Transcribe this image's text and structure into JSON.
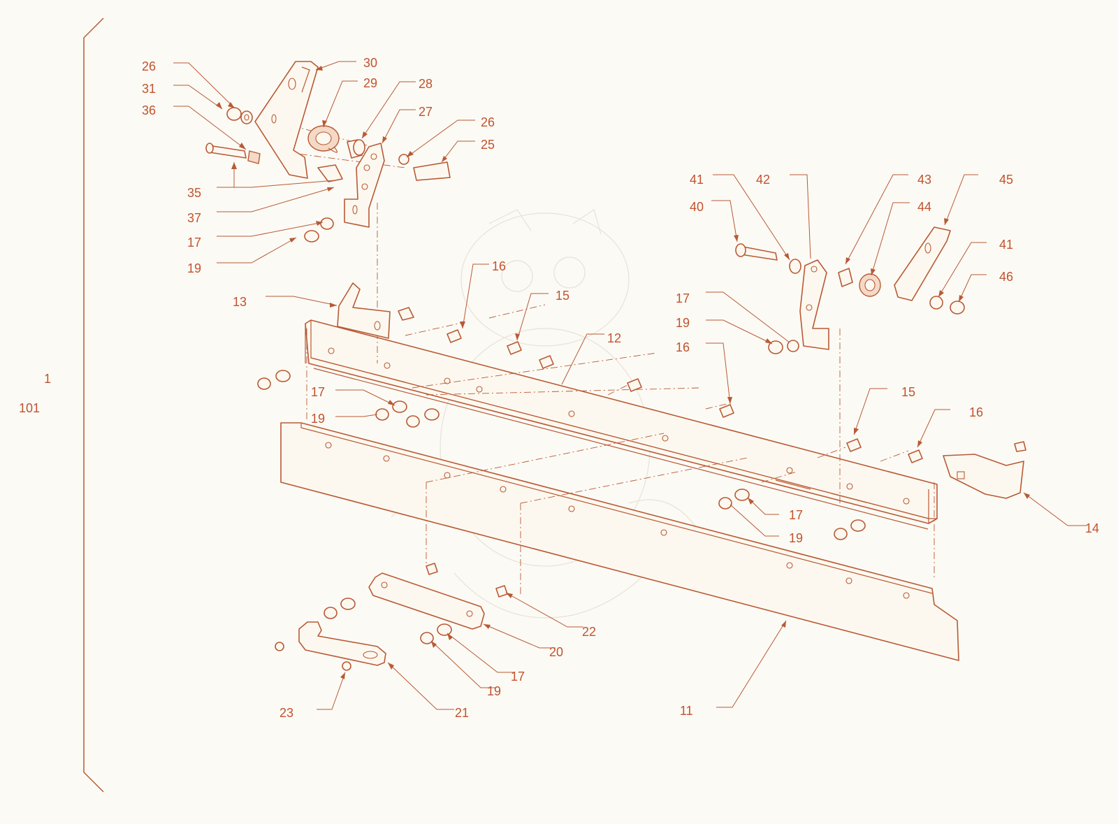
{
  "colors": {
    "accent": "#c0532e",
    "line": "#b85a35",
    "background": "#fcfaf5"
  },
  "assembly": {
    "number": "1",
    "sub_number": "101"
  },
  "callouts": {
    "c26a": "26",
    "c31": "31",
    "c36": "36",
    "c30": "30",
    "c29": "29",
    "c28": "28",
    "c27": "27",
    "c26b": "26",
    "c25": "25",
    "c35": "35",
    "c37": "37",
    "c17a": "17",
    "c19a": "19",
    "c13": "13",
    "c16a": "16",
    "c15a": "15",
    "c12": "12",
    "c17b": "17",
    "c19b": "19",
    "c41a": "41",
    "c42": "42",
    "c43": "43",
    "c45": "45",
    "c40": "40",
    "c44": "44",
    "c41b": "41",
    "c46": "46",
    "c17c": "17",
    "c19c": "19",
    "c16b": "16",
    "c15b": "15",
    "c16c": "16",
    "c17d": "17",
    "c19d": "19",
    "c14": "14",
    "c22": "22",
    "c20": "20",
    "c17e": "17",
    "c19e": "19",
    "c23": "23",
    "c21": "21",
    "c11": "11"
  }
}
